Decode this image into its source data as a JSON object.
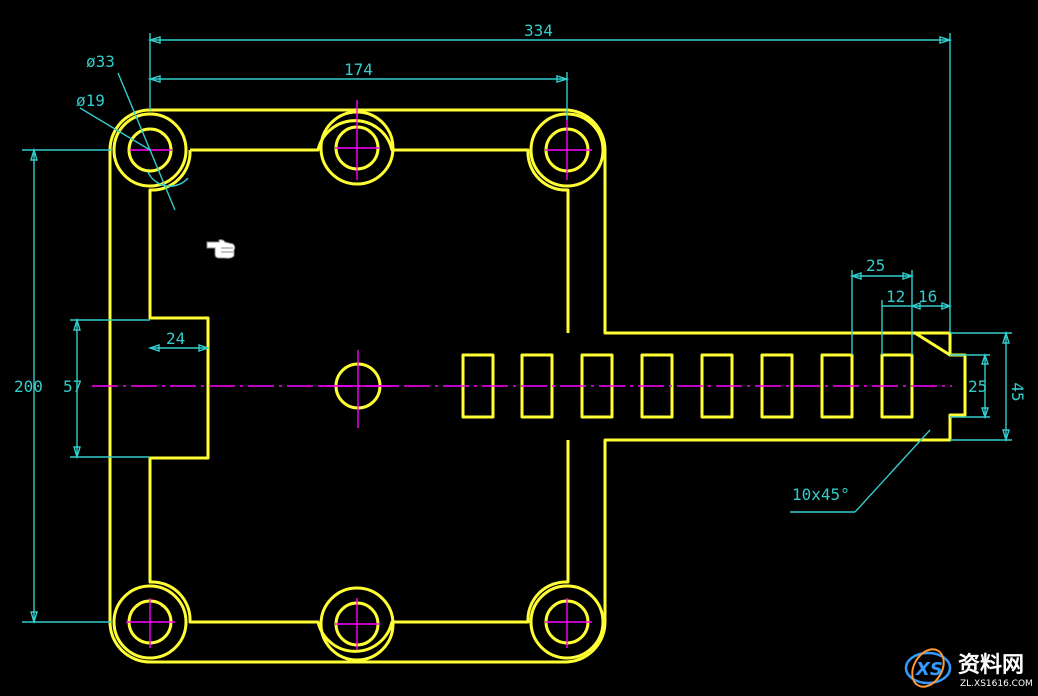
{
  "dimensions": {
    "overall_width": "334",
    "hole_spacing": "174",
    "boss_diameter": "ø33",
    "hole_diameter": "ø19",
    "height": "200",
    "notch_height": "57",
    "notch_depth": "24",
    "slot_pitch": "25",
    "slot_width": "12",
    "end_offset": "16",
    "arm_width": "45",
    "slot_length": "25",
    "chamfer": "10x45°"
  },
  "watermark": {
    "brand": "资料网",
    "url": "ZL.XS1616.COM",
    "logo_letters": "XS"
  },
  "colors": {
    "outline": "#ffff33",
    "dimension": "#33cccc",
    "centerline": "#ff00ff",
    "background": "#000000"
  },
  "cursor_icon": "hand-pointer-icon"
}
